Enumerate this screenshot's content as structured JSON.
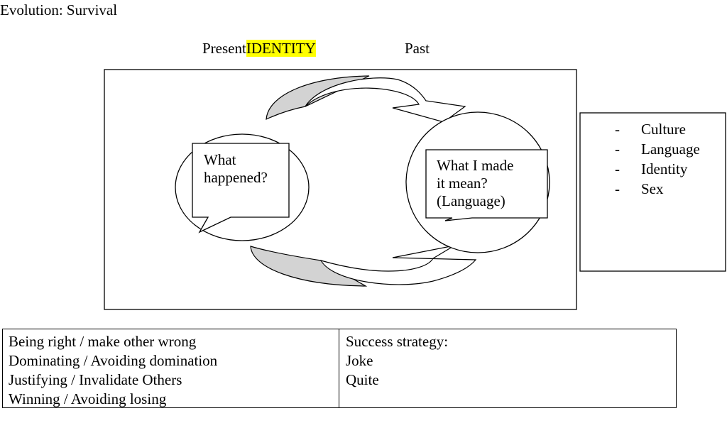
{
  "title": "Evolution: Survival",
  "header": {
    "present": "Present",
    "identity": "IDENTITY",
    "past": "Past"
  },
  "bubbles": {
    "left": [
      "What",
      "happened?"
    ],
    "right": [
      "What I made",
      "it mean?",
      "(Language)"
    ]
  },
  "side_list": {
    "bullet": "-",
    "items": [
      "Culture",
      "Language",
      "Identity",
      "Sex"
    ]
  },
  "table": {
    "left": [
      "Being right / make other wrong",
      "Dominating / Avoiding domination",
      "Justifying / Invalidate Others",
      "Winning / Avoiding losing"
    ],
    "right": [
      "Success strategy:",
      "Joke",
      "Quite"
    ]
  },
  "colors": {
    "highlight": "#ffff00",
    "arrow_fill": "#d3d3d3",
    "stroke": "#000000"
  }
}
